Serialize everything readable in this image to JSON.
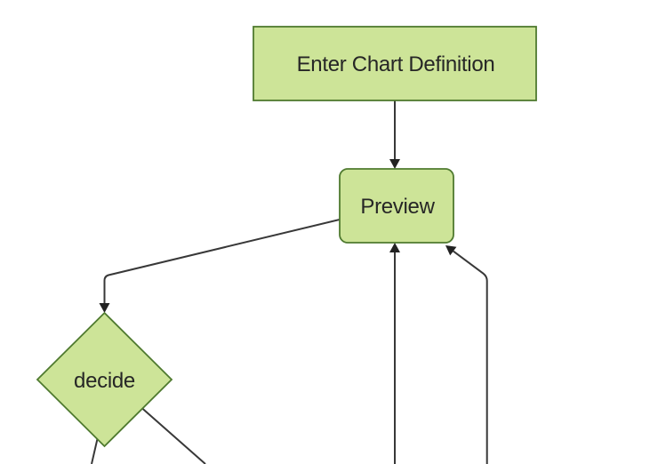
{
  "diagram": {
    "type": "flowchart",
    "background_color": "#ffffff",
    "colors": {
      "node_fill": "#cde498",
      "node_border": "#4f7a2f",
      "edge_line": "#383838",
      "arrowhead": "#222222",
      "label_text": "#262626"
    },
    "nodes": [
      {
        "id": "enter-chart-definition",
        "label": "Enter Chart Definition",
        "shape": "rectangle"
      },
      {
        "id": "preview",
        "label": "Preview",
        "shape": "rounded-rectangle"
      },
      {
        "id": "decide",
        "label": "decide",
        "shape": "diamond"
      }
    ],
    "edges": [
      {
        "from": "enter-chart-definition",
        "to": "preview",
        "arrow": "filled-triangle"
      },
      {
        "from": "preview",
        "to": "decide",
        "arrow": "filled-triangle"
      },
      {
        "from": "decide",
        "to": "offscreen-bottom-left",
        "arrow": "none-visible"
      },
      {
        "from": "decide",
        "to": "offscreen-bottom-right",
        "arrow": "none-visible"
      },
      {
        "from": "offscreen-bottom-center",
        "to": "preview",
        "arrow": "filled-triangle"
      },
      {
        "from": "offscreen-bottom-right",
        "to": "preview",
        "arrow": "filled-triangle"
      }
    ]
  }
}
